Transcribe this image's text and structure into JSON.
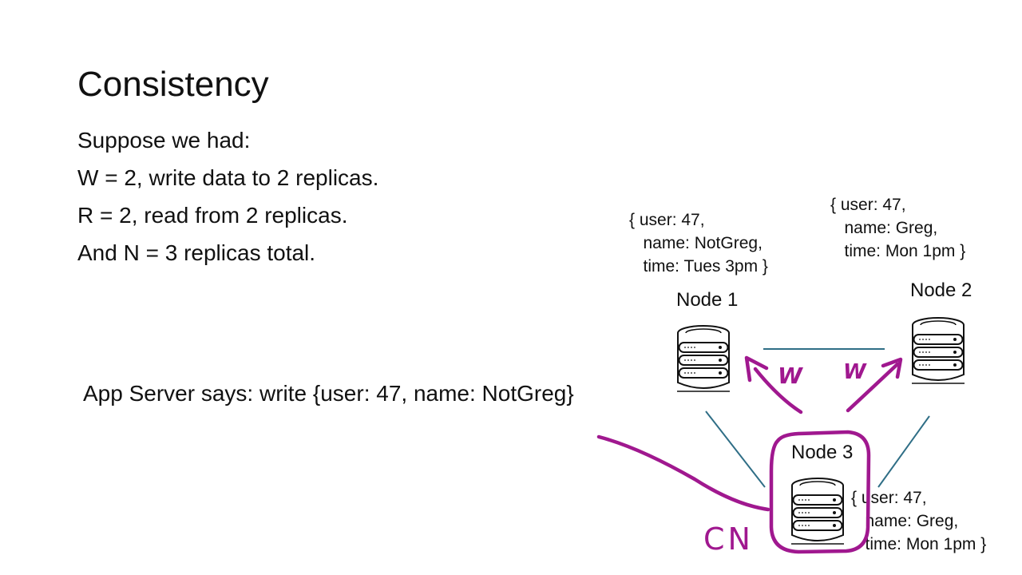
{
  "slide": {
    "title": "Consistency",
    "lines": [
      "Suppose we had:",
      "W = 2, write data to 2 replicas.",
      "R = 2,  read from 2 replicas.",
      "And N = 3 replicas total."
    ],
    "app_server_text": "App Server says: write {user: 47, name: NotGreg}"
  },
  "nodes": [
    {
      "label": "Node 1",
      "record": [
        "{ user: 47,",
        "   name: NotGreg,",
        "   time: Tues 3pm }"
      ],
      "icon": "database-server-icon"
    },
    {
      "label": "Node 2",
      "record": [
        "{ user: 47,",
        "   name: Greg,",
        "   time: Mon 1pm }"
      ],
      "icon": "database-server-icon"
    },
    {
      "label": "Node 3",
      "record": [
        "{ user: 47,",
        "   name: Greg,",
        "   time: Mon 1pm }"
      ],
      "icon": "database-server-icon"
    }
  ],
  "annotations": {
    "write_left": "W",
    "write_right": "W",
    "coordinator": "CN"
  },
  "colors": {
    "link_line": "#2f6e86",
    "annotation_ink": "#a0188f",
    "text": "#111111"
  }
}
